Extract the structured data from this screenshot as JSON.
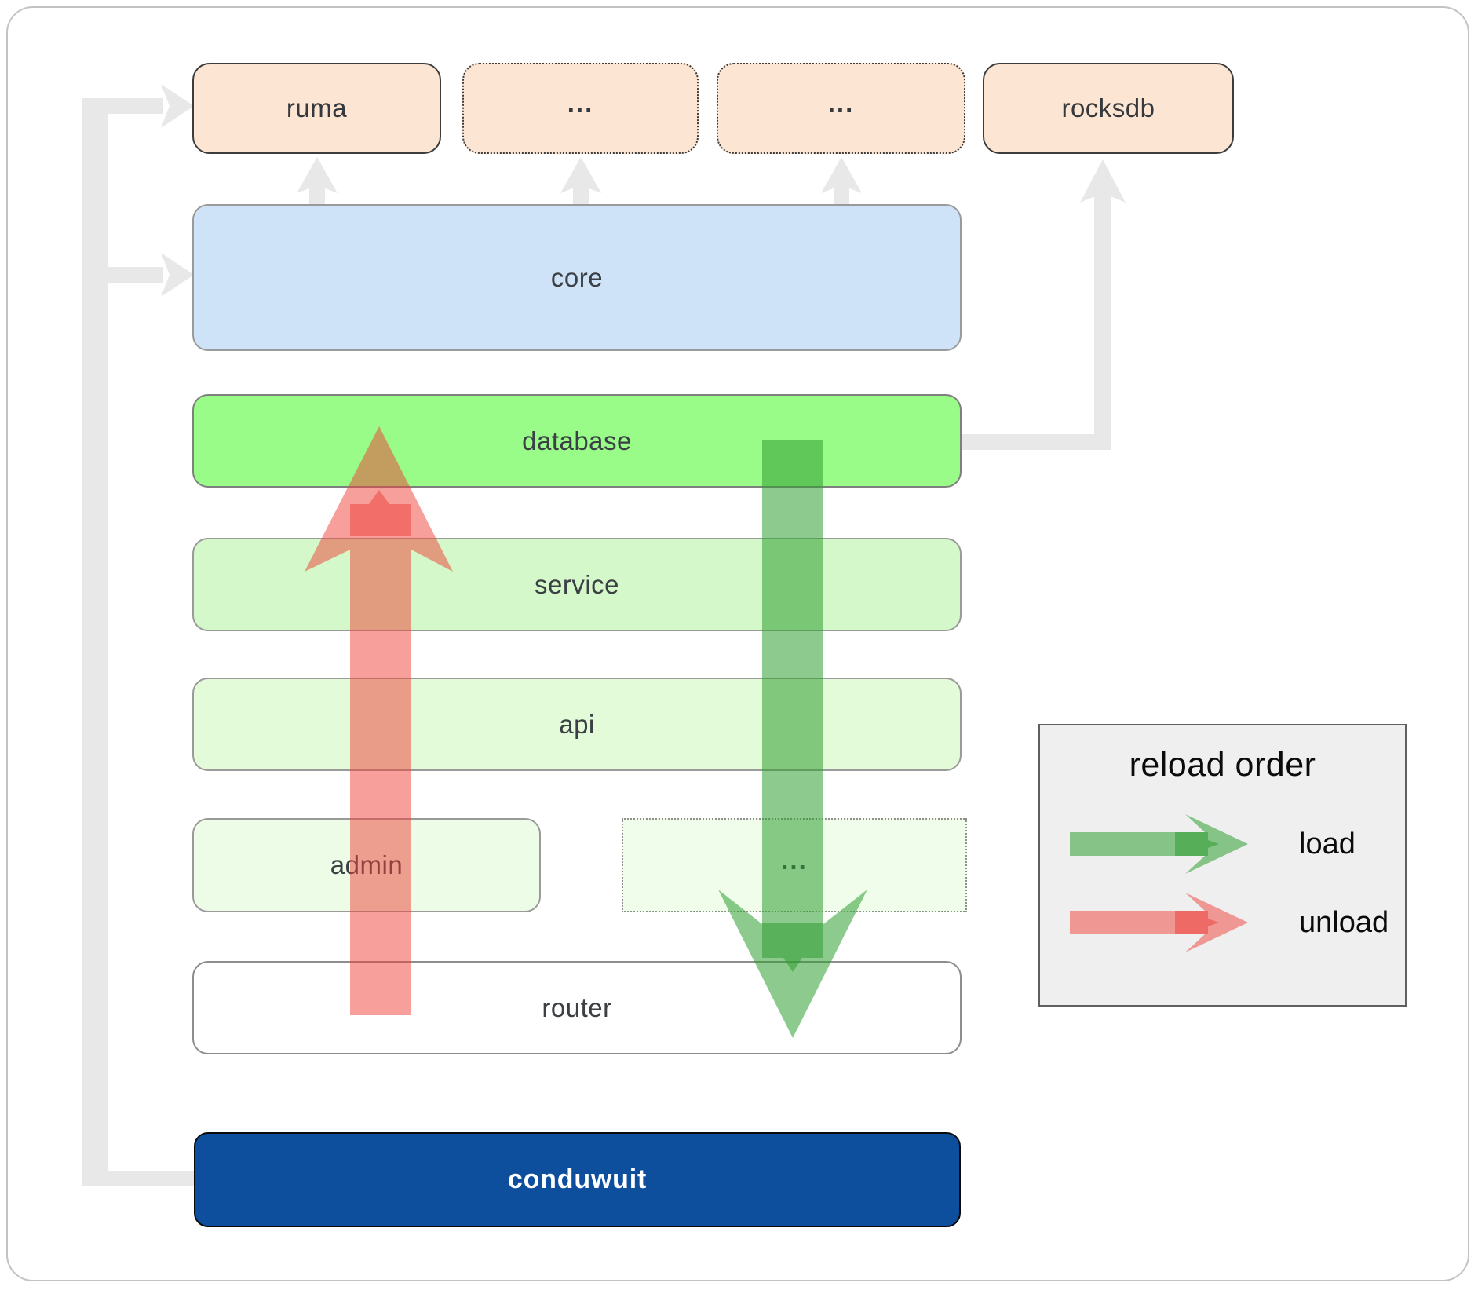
{
  "diagram": {
    "boxes": {
      "ruma": {
        "label": "ruma"
      },
      "ellipsis_top_1": {
        "label": "..."
      },
      "ellipsis_top_2": {
        "label": "..."
      },
      "rocksdb": {
        "label": "rocksdb"
      },
      "core": {
        "label": "core"
      },
      "database": {
        "label": "database"
      },
      "service": {
        "label": "service"
      },
      "api": {
        "label": "api"
      },
      "admin": {
        "label": "admin"
      },
      "ellipsis_mid": {
        "label": "..."
      },
      "router": {
        "label": "router"
      },
      "conduwuit": {
        "label": "conduwuit"
      }
    },
    "legend": {
      "title": "reload order",
      "items": [
        {
          "label": "load",
          "color": "#2f9e32"
        },
        {
          "label": "unload",
          "color": "#ee4037"
        }
      ]
    },
    "colors": {
      "load_arrow": "#2f9e32",
      "unload_arrow": "#ee4037",
      "connector_gray": "#e8e8e8",
      "core_fill": "#cfe3f8",
      "database_fill": "#99fb88",
      "service_fill": "#d4f8c9",
      "api_fill": "#e4fbda",
      "admin_fill": "#edfce6",
      "peach_fill": "#fce5d2",
      "conduwuit_fill": "#0e4f9d",
      "legend_bg": "#efefef"
    }
  }
}
